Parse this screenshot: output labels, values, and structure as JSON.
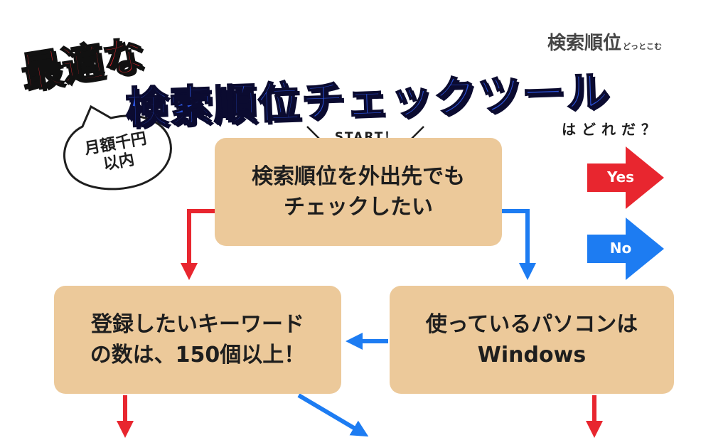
{
  "brand": {
    "name": "検索順位",
    "suffix": "どっとこむ"
  },
  "title": {
    "line1": "最適な",
    "line2": "検索順位チェックツール",
    "line3": "はどれだ？"
  },
  "badge": {
    "line1": "月額千円",
    "line2": "以内"
  },
  "start_label": "START！",
  "legend": {
    "yes": "Yes",
    "no": "No"
  },
  "colors": {
    "yes": "#e8262f",
    "no": "#1d7cf2",
    "box": "#ecc99a"
  },
  "nodes": {
    "start": {
      "line1": "検索順位を外出先でも",
      "line2": "チェックしたい"
    },
    "keywords": {
      "line1": "登録したいキーワード",
      "line2": "の数は、150個以上！"
    },
    "windows": {
      "line1": "使っているパソコンは",
      "line2": "Windows"
    }
  }
}
